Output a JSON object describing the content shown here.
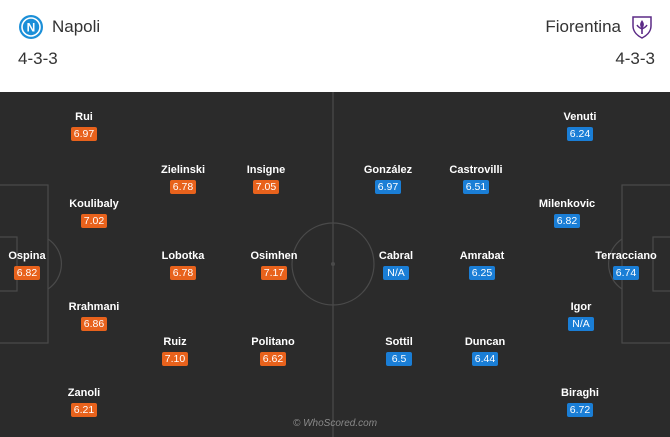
{
  "home": {
    "name": "Napoli",
    "formation": "4-3-3",
    "crest_icon": "napoli-crest-icon",
    "rating_color": "#e8621c",
    "players": [
      {
        "name": "Rui",
        "rating": "6.97"
      },
      {
        "name": "Zielinski",
        "rating": "6.78"
      },
      {
        "name": "Insigne",
        "rating": "7.05"
      },
      {
        "name": "Koulibaly",
        "rating": "7.02"
      },
      {
        "name": "Ospina",
        "rating": "6.82"
      },
      {
        "name": "Lobotka",
        "rating": "6.78"
      },
      {
        "name": "Osimhen",
        "rating": "7.17"
      },
      {
        "name": "Rrahmani",
        "rating": "6.86"
      },
      {
        "name": "Ruiz",
        "rating": "7.10"
      },
      {
        "name": "Politano",
        "rating": "6.62"
      },
      {
        "name": "Zanoli",
        "rating": "6.21"
      }
    ]
  },
  "away": {
    "name": "Fiorentina",
    "formation": "4-3-3",
    "crest_icon": "fiorentina-crest-icon",
    "rating_color": "#1a7ed6",
    "players": [
      {
        "name": "Venuti",
        "rating": "6.24"
      },
      {
        "name": "González",
        "rating": "6.97"
      },
      {
        "name": "Castrovilli",
        "rating": "6.51"
      },
      {
        "name": "Milenkovic",
        "rating": "6.82"
      },
      {
        "name": "Cabral",
        "rating": "N/A"
      },
      {
        "name": "Amrabat",
        "rating": "6.25"
      },
      {
        "name": "Terracciano",
        "rating": "6.74"
      },
      {
        "name": "Igor",
        "rating": "N/A"
      },
      {
        "name": "Sottil",
        "rating": "6.5"
      },
      {
        "name": "Duncan",
        "rating": "6.44"
      },
      {
        "name": "Biraghi",
        "rating": "6.72"
      }
    ]
  },
  "watermark": "© WhoScored.com"
}
